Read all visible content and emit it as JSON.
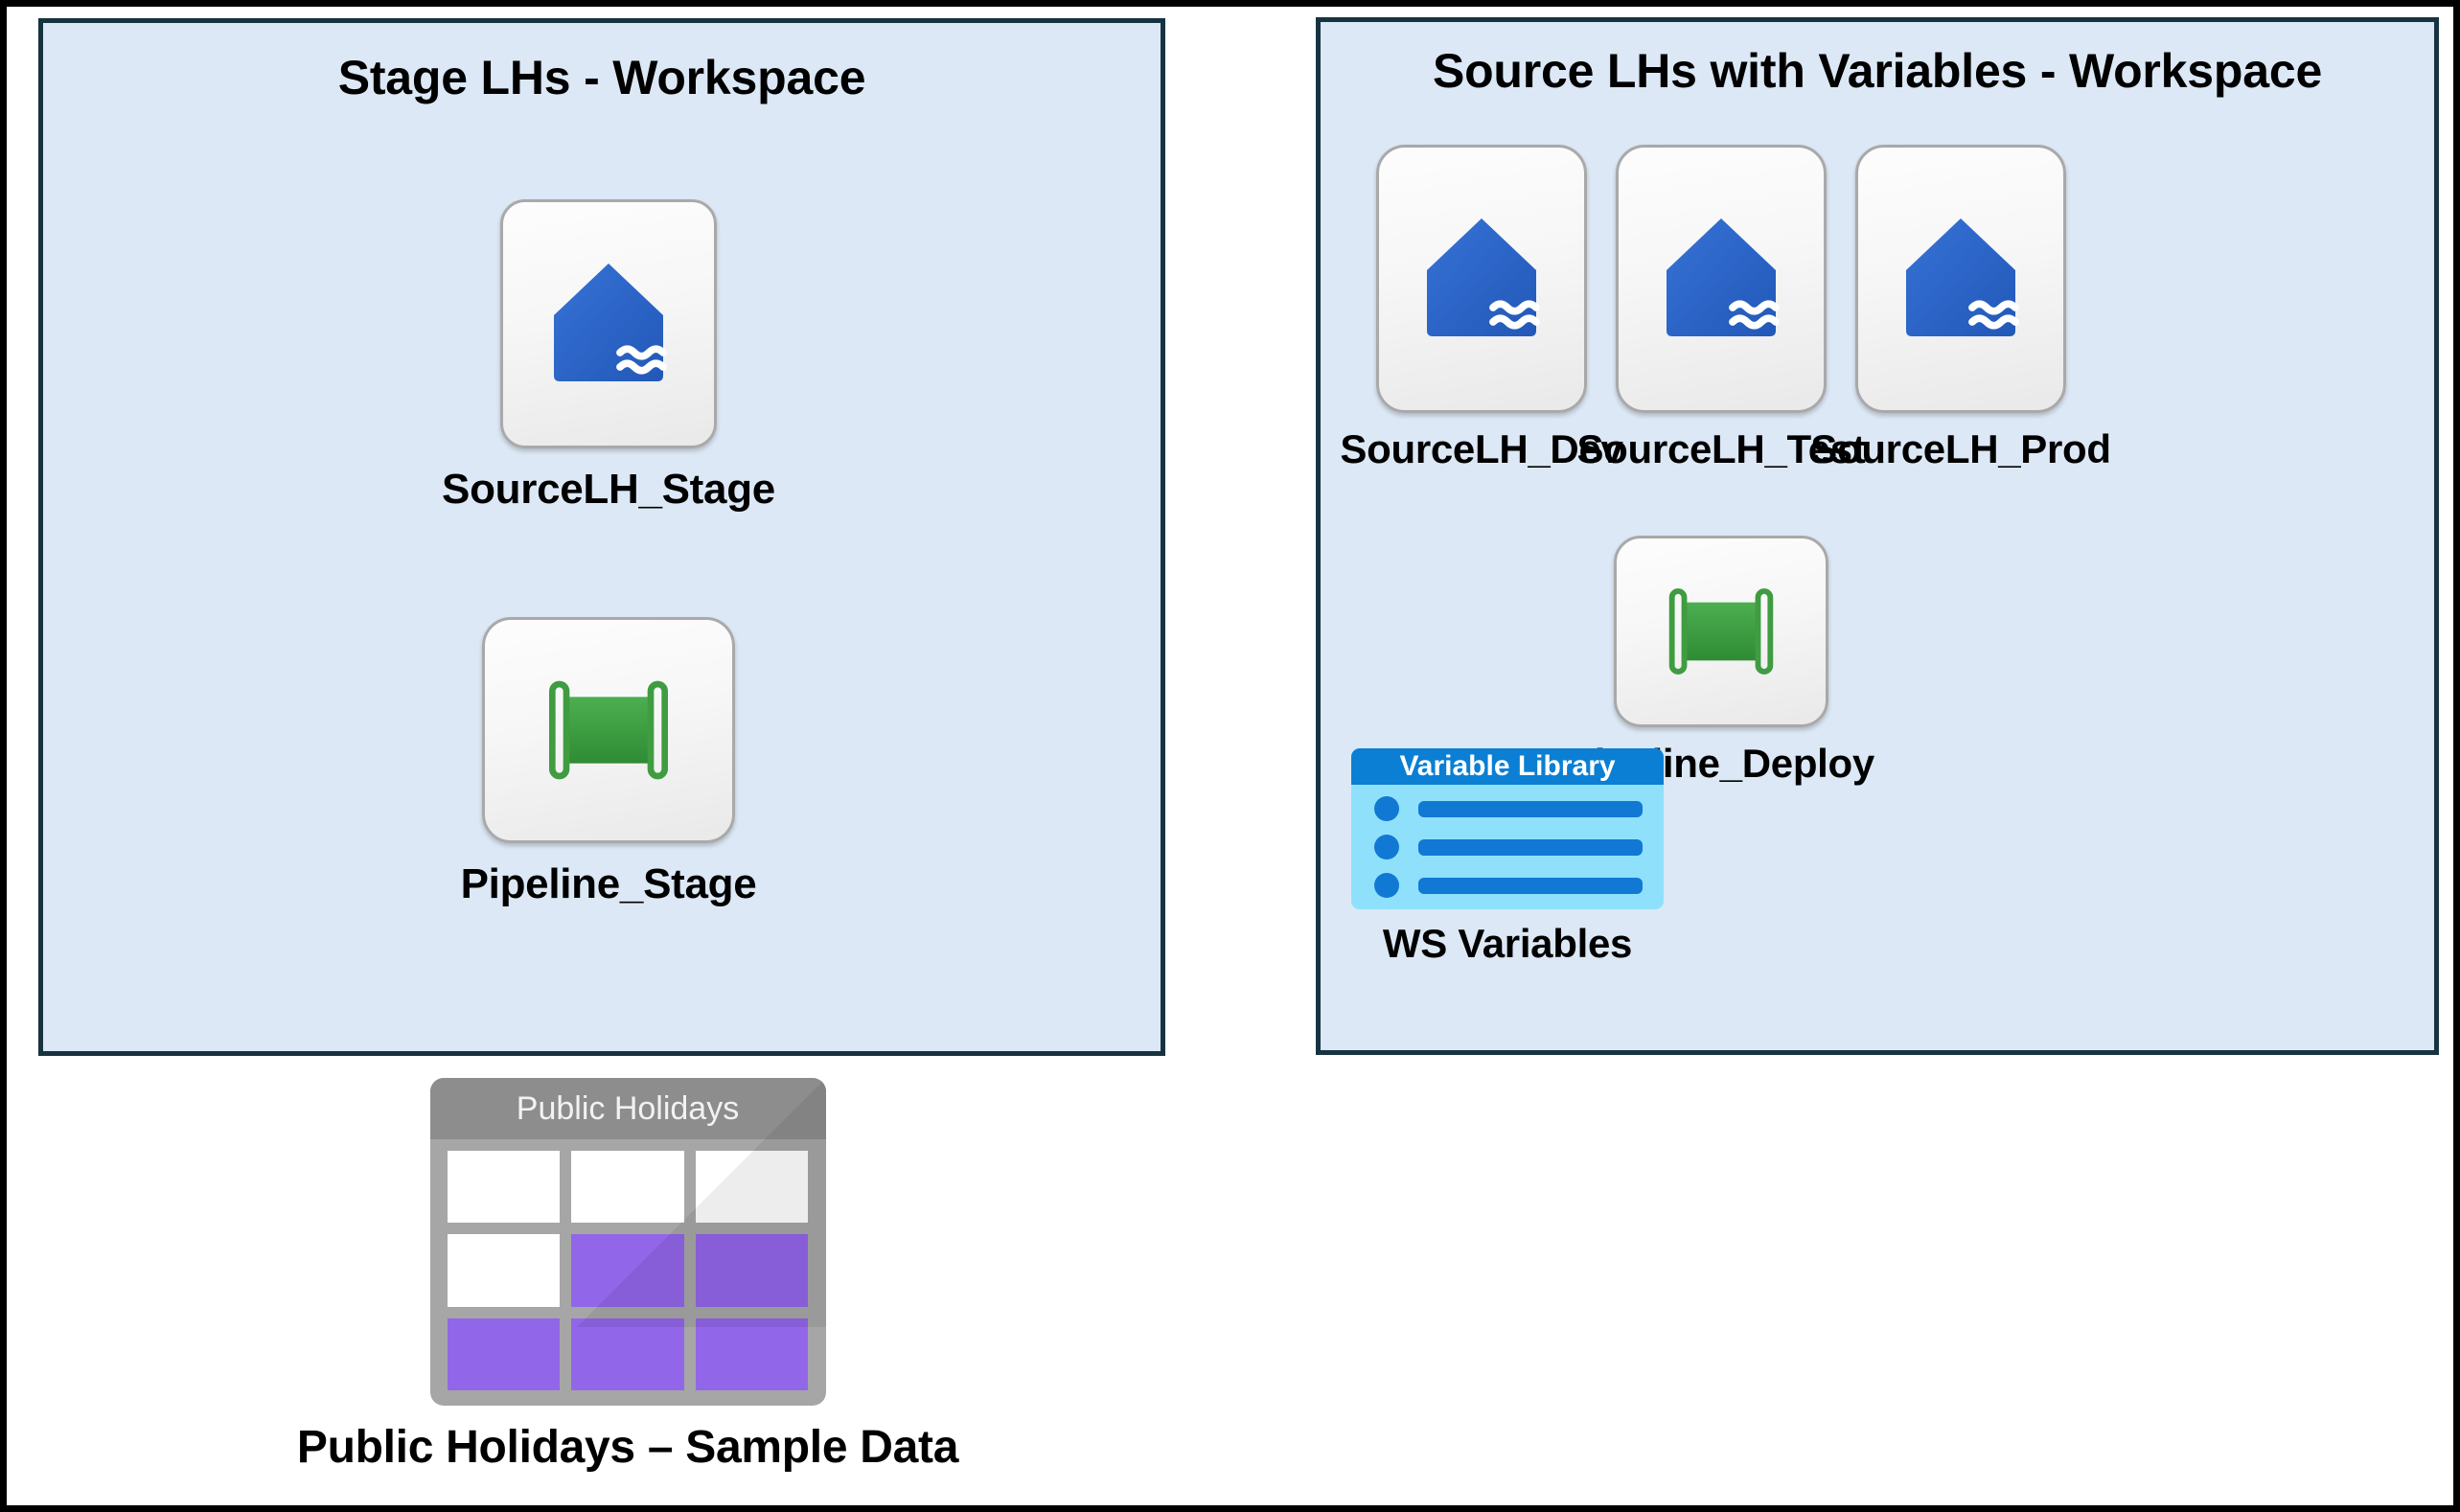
{
  "diagram": {
    "panels": [
      {
        "id": "stage",
        "title": "Stage LHs - Workspace",
        "background": "#dce8f5",
        "border_color": "#17333f",
        "items": [
          {
            "label": "SourceLH_Stage",
            "icon": "lakehouse-icon",
            "kind": "lakehouse"
          },
          {
            "label": "Pipeline_Stage",
            "icon": "pipeline-icon",
            "kind": "pipeline"
          }
        ]
      },
      {
        "id": "source",
        "title": "Source LHs with Variables - Workspace",
        "background": "#dce8f5",
        "border_color": "#17333f",
        "items": [
          {
            "label": "SourceLH_Dev",
            "icon": "lakehouse-icon",
            "kind": "lakehouse"
          },
          {
            "label": "SourceLH_Test",
            "icon": "lakehouse-icon",
            "kind": "lakehouse"
          },
          {
            "label": "SourceLH_Prod",
            "icon": "lakehouse-icon",
            "kind": "lakehouse"
          },
          {
            "label": "Pipeline_Deploy",
            "icon": "pipeline-icon",
            "kind": "pipeline"
          },
          {
            "label": "WS Variables",
            "icon": "variable-library-icon",
            "kind": "variable-library",
            "card_title": "Variable Library",
            "rows": 3
          }
        ]
      }
    ],
    "loose_items": [
      {
        "label": "Public Holidays – Sample Data",
        "icon": "table-icon",
        "kind": "table",
        "card_title": "Public Holidays",
        "cells": [
          [
            "white",
            "white",
            "white"
          ],
          [
            "white",
            "purple",
            "purple"
          ],
          [
            "purple",
            "purple",
            "purple"
          ]
        ]
      }
    ],
    "colors": {
      "frame": "#000000",
      "panel_fill": "#dce8f5",
      "panel_border": "#17333f",
      "lakehouse_blue": "#2b63c6",
      "pipeline_green": "#3f9c41",
      "varlib_header": "#0a7fd4",
      "varlib_body": "#8fe1fb",
      "varlib_accent": "#1178d4",
      "table_grey": "#a6a6a6",
      "table_header_grey": "#8d8d8d",
      "table_cell_purple": "#9266e8",
      "table_cell_white": "#ffffff",
      "tile_border": "#a9a9a9"
    }
  }
}
